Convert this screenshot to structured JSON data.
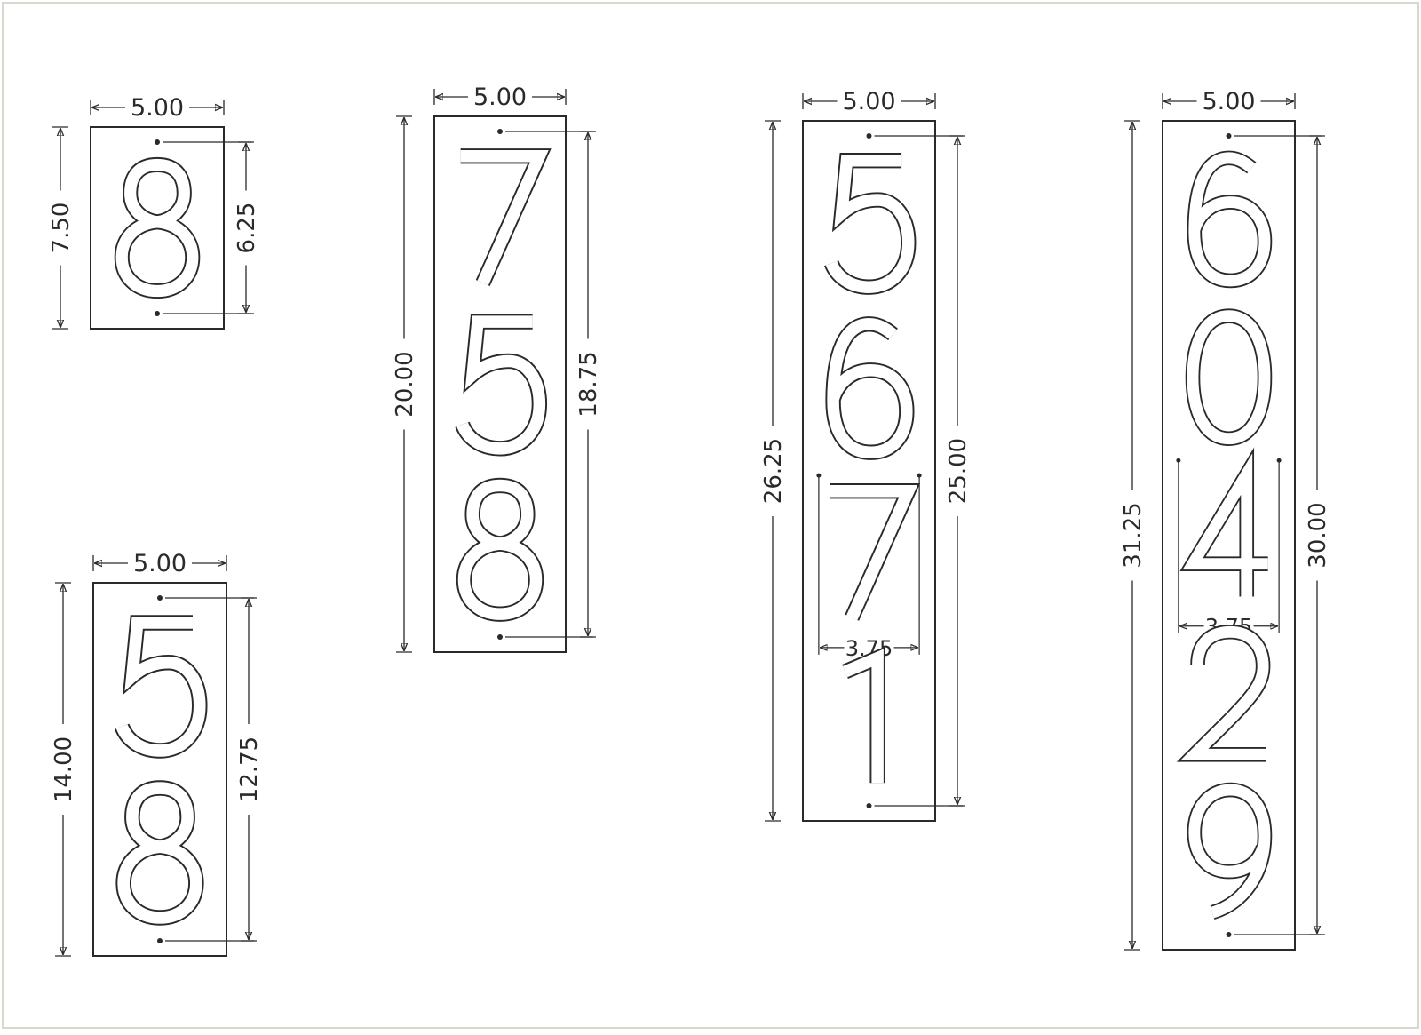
{
  "plates": [
    {
      "id": "plate-1",
      "digits": [
        "8"
      ],
      "width_label": "5.00",
      "height_label": "7.50",
      "hole_label": "6.25",
      "digit_width_label": ""
    },
    {
      "id": "plate-2",
      "digits": [
        "5",
        "8"
      ],
      "width_label": "5.00",
      "height_label": "14.00",
      "hole_label": "12.75",
      "digit_width_label": ""
    },
    {
      "id": "plate-3",
      "digits": [
        "7",
        "5",
        "8"
      ],
      "width_label": "5.00",
      "height_label": "20.00",
      "hole_label": "18.75",
      "digit_width_label": ""
    },
    {
      "id": "plate-4",
      "digits": [
        "5",
        "6",
        "7",
        "1"
      ],
      "width_label": "5.00",
      "height_label": "26.25",
      "hole_label": "25.00",
      "digit_width_label": "3.75"
    },
    {
      "id": "plate-5",
      "digits": [
        "6",
        "0",
        "4",
        "2",
        "9"
      ],
      "width_label": "5.00",
      "height_label": "31.25",
      "hole_label": "30.00",
      "digit_width_label": "3.75"
    }
  ],
  "colors": {
    "stroke": "#2a2a2a",
    "frame": "#d8d8cc",
    "background": "#ffffff"
  }
}
